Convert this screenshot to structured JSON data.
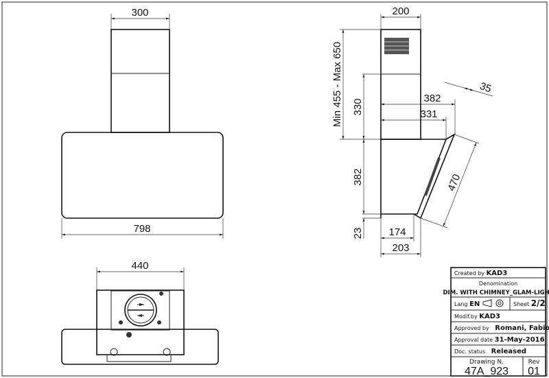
{
  "front_view": {
    "chimney_width": "300",
    "hood_width": "798"
  },
  "side_view": {
    "chimney_depth": "200",
    "chimney_height_range": "Min 455 - Max 650",
    "chimney_lower": "330",
    "depth_382": "382",
    "depth_331": "331",
    "glass_thickness": "35",
    "glass_length": "470",
    "body_height": "382",
    "bottom_height": "23",
    "bottom_depth_174": "174",
    "bottom_depth_203": "203"
  },
  "bottom_view": {
    "width": "440"
  },
  "title_block": {
    "created_by_label": "Created by",
    "created_by": "KAD3",
    "denomination_label": "Denomination",
    "denomination": "DIM. WITH CHIMNEY_GLAM-LIGHT",
    "lang_label": "Lang",
    "lang": "EN",
    "sheet_label": "Sheet",
    "sheet": "2/2",
    "modif_label": "Modif.by",
    "modif": "KAD3",
    "approved_label": "Approved by",
    "approved": "Romani, Fabio",
    "approval_date_label": "Approval date",
    "approval_date": "31-May-2016",
    "doc_status_label": "Doc. status",
    "doc_status": "Released",
    "drawing_label": "Drawing N.",
    "drawing": "47A_923",
    "rev_label": "Rev",
    "rev": "01"
  }
}
